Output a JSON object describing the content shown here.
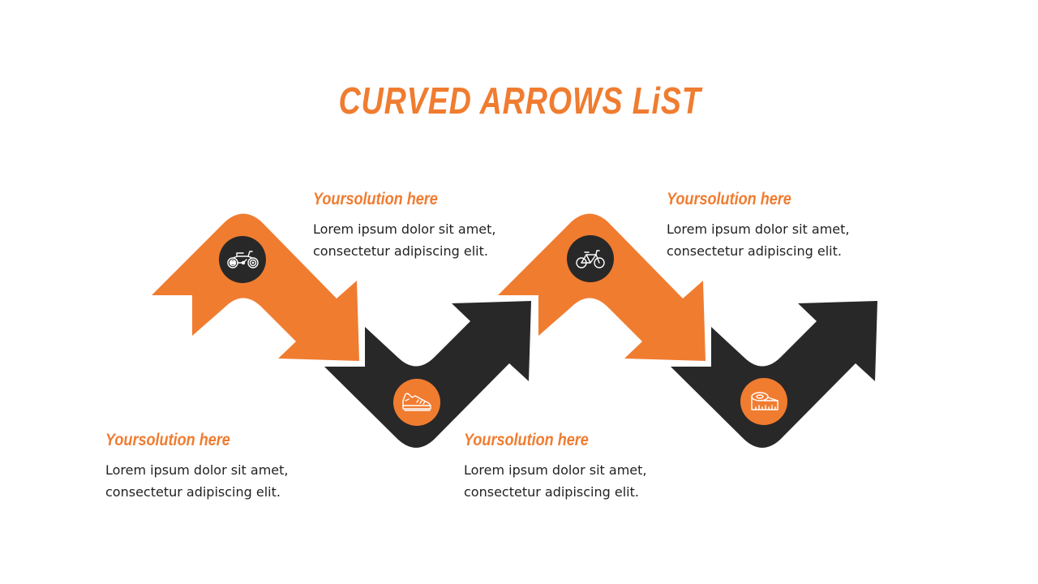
{
  "title": "CURVED ARROWS LiST",
  "colors": {
    "accent": "#f07c30",
    "dark": "#282828",
    "text": "#222222",
    "background": "#ffffff"
  },
  "steps": [
    {
      "heading": "Yoursolution here",
      "body_line1": "Lorem ipsum dolor sit amet,",
      "body_line2": "consectetur adipiscing elit.",
      "icon": "motorcycle-icon",
      "arrow_color": "orange"
    },
    {
      "heading": "Yoursolution here",
      "body_line1": "Lorem ipsum dolor sit amet,",
      "body_line2": "consectetur adipiscing elit.",
      "icon": "sneaker-icon",
      "arrow_color": "dark"
    },
    {
      "heading": "Yoursolution here",
      "body_line1": "Lorem ipsum dolor sit amet,",
      "body_line2": "consectetur adipiscing elit.",
      "icon": "bicycle-icon",
      "arrow_color": "orange"
    },
    {
      "heading": "Yoursolution here",
      "body_line1": "Lorem ipsum dolor sit amet,",
      "body_line2": "consectetur adipiscing elit.",
      "icon": "measuring-tape-icon",
      "arrow_color": "dark"
    }
  ]
}
